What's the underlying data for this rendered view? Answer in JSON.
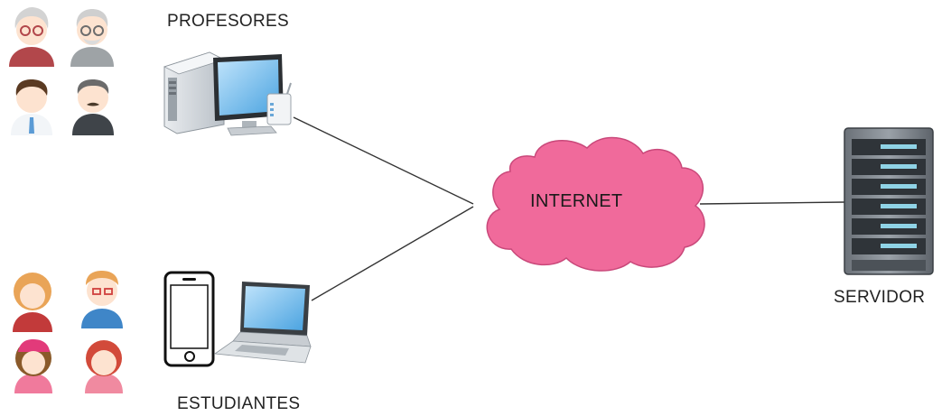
{
  "labels": {
    "teachers": "PROFESORES",
    "students": "ESTUDIANTES",
    "internet": "INTERNET",
    "server": "SERVIDOR"
  },
  "nodes": [
    {
      "id": "teachers-computer",
      "icon": "desktop-computer-icon"
    },
    {
      "id": "student-devices",
      "icon": [
        "smartphone-icon",
        "laptop-icon"
      ]
    },
    {
      "id": "internet-cloud",
      "icon": "cloud-icon",
      "color": "#f06a9b"
    },
    {
      "id": "server",
      "icon": "server-rack-icon"
    }
  ],
  "edges": [
    {
      "from": "teachers-computer",
      "to": "internet-cloud"
    },
    {
      "from": "student-devices",
      "to": "internet-cloud"
    },
    {
      "from": "internet-cloud",
      "to": "server"
    }
  ],
  "people": {
    "teachers": [
      "elderly-woman-avatar",
      "elderly-man-avatar",
      "young-man-avatar",
      "mustached-man-avatar"
    ],
    "students": [
      "curly-girl-avatar",
      "boy-glasses-avatar",
      "girl-pink-hair-avatar",
      "redhead-girl-avatar"
    ]
  },
  "colors": {
    "cloud": "#f06a9b",
    "cloud_stroke": "#c9487a",
    "screen": "#7ec3ef",
    "line": "#333333"
  }
}
